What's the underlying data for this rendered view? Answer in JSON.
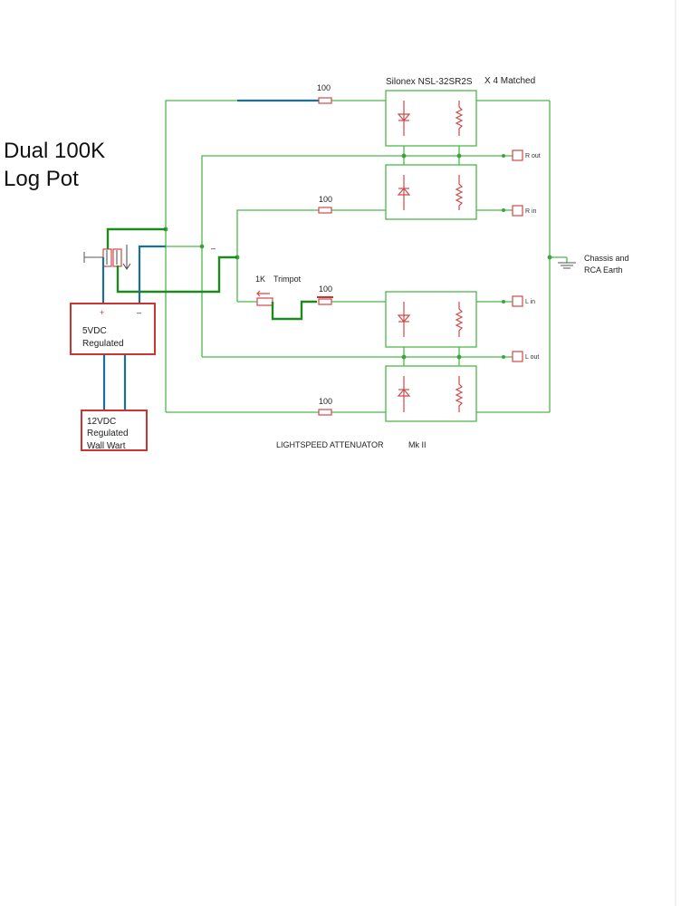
{
  "title": {
    "line1": "Dual 100K",
    "line2": "Log Pot"
  },
  "ldr": {
    "part": "Silonex NSL-32SR2S",
    "quantity": "X 4 Matched"
  },
  "resistors": {
    "r1": "100",
    "r2": "100",
    "r3": "100",
    "r4": "100"
  },
  "trimpot": {
    "value": "1K",
    "name": "Trimpot"
  },
  "connectors": {
    "r_out": "R out",
    "r_in": "R in",
    "l_in": "L in",
    "l_out": "L out"
  },
  "earth": {
    "line1": "Chassis and",
    "line2": "RCA Earth"
  },
  "supply5": {
    "plus": "+",
    "minus": "–",
    "line1": "5VDC",
    "line2": "Regulated"
  },
  "supply12": {
    "line1": "12VDC",
    "line2": "Regulated",
    "line3": "Wall Wart"
  },
  "pot_minus": "–",
  "caption": {
    "name": "LIGHTSPEED ATTENUATOR",
    "version": "Mk II"
  },
  "colors": {
    "wire": "#4cb84c",
    "power_wire": "#1e8a1e",
    "blue_wire": "#1f6e93",
    "component": "#d04848",
    "supply_box": "#cc3333"
  }
}
